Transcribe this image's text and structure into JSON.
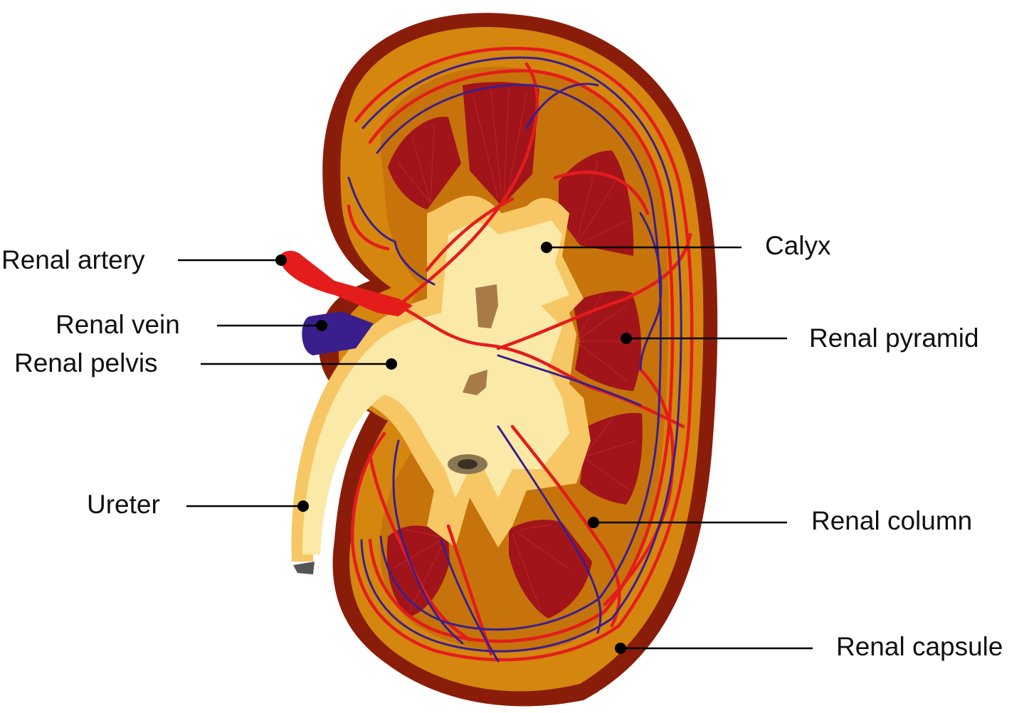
{
  "diagram": {
    "labels": {
      "renal_artery": "Renal artery",
      "renal_vein": "Renal vein",
      "renal_pelvis": "Renal pelvis",
      "ureter": "Ureter",
      "calyx": "Calyx",
      "renal_pyramid": "Renal pyramid",
      "renal_column": "Renal column",
      "renal_capsule": "Renal capsule"
    },
    "colors": {
      "capsule": "#8a1d09",
      "cortex": "#d4860f",
      "medulla_band": "#b9650a",
      "pyramid": "#a1141a",
      "pelvis": "#f7c766",
      "pelvis_light": "#fbe9a8",
      "artery": "#e41c1c",
      "vein": "#3a1f8c",
      "label_text": "#111111",
      "leader_line": "#000000"
    }
  }
}
